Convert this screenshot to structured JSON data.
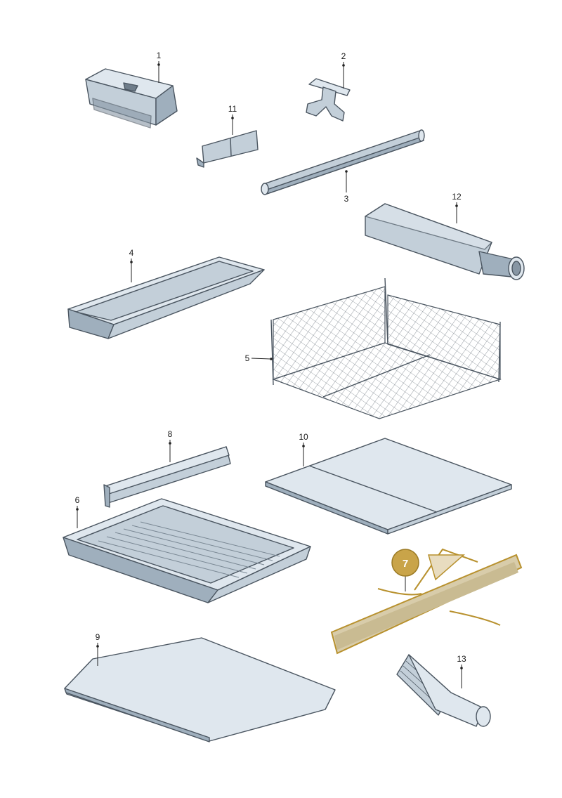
{
  "callouts": [
    {
      "id": "1",
      "label": "1"
    },
    {
      "id": "2",
      "label": "2"
    },
    {
      "id": "3",
      "label": "3"
    },
    {
      "id": "4",
      "label": "4"
    },
    {
      "id": "5",
      "label": "5"
    },
    {
      "id": "6",
      "label": "6"
    },
    {
      "id": "7",
      "label": "7",
      "highlighted": true
    },
    {
      "id": "8",
      "label": "8"
    },
    {
      "id": "9",
      "label": "9"
    },
    {
      "id": "10",
      "label": "10"
    },
    {
      "id": "11",
      "label": "11"
    },
    {
      "id": "12",
      "label": "12"
    },
    {
      "id": "13",
      "label": "13"
    }
  ],
  "colors": {
    "part_fill": "#dfe7ee",
    "part_outline": "#4a5560",
    "highlight_fill": "#c9a449",
    "highlight_bag": "#d8ccaa"
  }
}
